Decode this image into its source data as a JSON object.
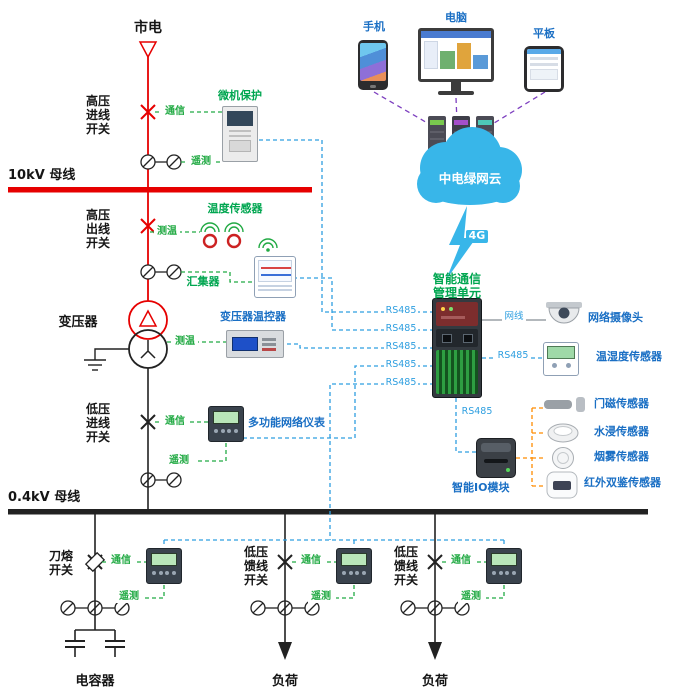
{
  "power": {
    "mains": "市电",
    "bus_10kv": "10kV 母线",
    "bus_04kv": "0.4kV 母线",
    "hv_incoming_switch": "高压\n进线\n开关",
    "hv_outgoing_switch": "高压\n出线\n开关",
    "lv_incoming_switch": "低压\n进线\n开关",
    "transformer": "变压器",
    "knife_fuse_switch": "刀熔\n开关",
    "lv_feeder_switch": "低压\n馈线\n开关",
    "capacitor": "电容器",
    "load": "负荷"
  },
  "devices": {
    "protection": "微机保护",
    "temperature_sensor": "温度传感器",
    "collector": "汇集器",
    "transformer_temp_controller": "变压器温控器",
    "multifunction_meter": "多功能网络仪表",
    "gateway": "智能通信\n管理单元",
    "camera": "网络摄像头",
    "temp_humidity_sensor": "温湿度传感器",
    "door_sensor": "门磁传感器",
    "water_sensor": "水浸传感器",
    "smoke_sensor": "烟雾传感器",
    "infrared_sensor": "红外双鉴传感器",
    "io_module": "智能IO模块"
  },
  "terminals": {
    "phone": "手机",
    "pc": "电脑",
    "tablet": "平板",
    "cloud": "中电绿网云",
    "network": "4G"
  },
  "links": {
    "comm": "通信",
    "telemetry": "遥测",
    "temp_measure": "测温",
    "rs485": "RS485",
    "ethernet": "网线"
  },
  "colors": {
    "hv_line": "#e60000",
    "lv_line": "#222222",
    "comm_link": "#22aa44",
    "rs485_link": "#2f9fe0",
    "cloud_link": "#7d3fbf",
    "io_link": "#ff8c00",
    "label_green": "#00a650",
    "label_blue": "#1a6fc4",
    "cloud_fill": "#38b6e9"
  }
}
